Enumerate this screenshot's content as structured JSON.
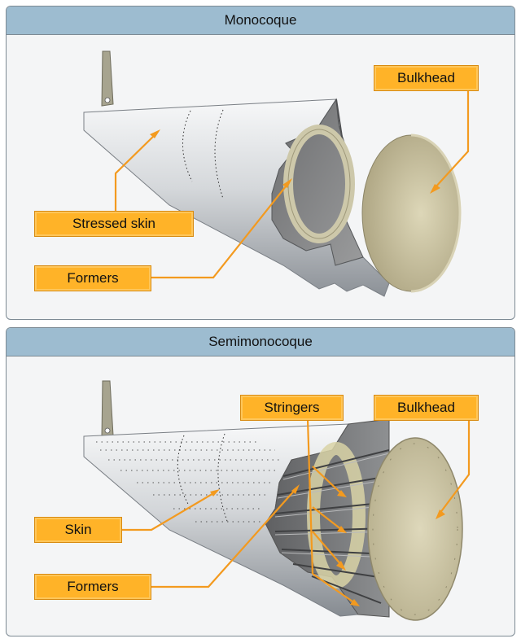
{
  "panels": [
    {
      "title": "Monocoque",
      "labels": {
        "bulkhead": "Bulkhead",
        "stressed_skin": "Stressed skin",
        "formers": "Formers"
      }
    },
    {
      "title": "Semimonocoque",
      "labels": {
        "stringers": "Stringers",
        "bulkhead": "Bulkhead",
        "skin": "Skin",
        "formers": "Formers"
      }
    }
  ],
  "colors": {
    "header": "#9dbcd0",
    "callout": "#ffb328",
    "leader": "#f39a1f",
    "bulkhead": "#c9c2a0",
    "skin": "#d9dcdf"
  }
}
